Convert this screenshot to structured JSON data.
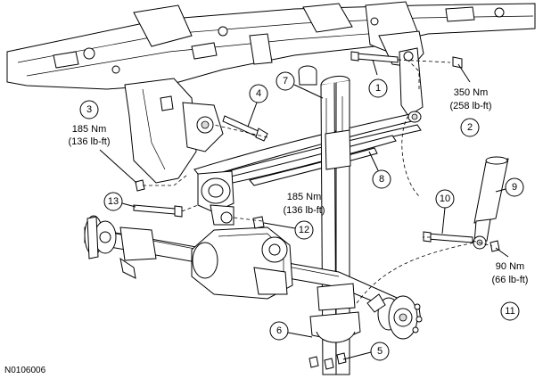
{
  "figure": {
    "id_code": "N0106006"
  },
  "callouts": [
    {
      "id": "1",
      "label": "1"
    },
    {
      "id": "2",
      "label": "2",
      "torque_nm": "350 Nm",
      "torque_lbft": "(258 lb-ft)"
    },
    {
      "id": "3",
      "label": "3",
      "torque_nm": "185 Nm",
      "torque_lbft": "(136 lb-ft)"
    },
    {
      "id": "4",
      "label": "4"
    },
    {
      "id": "5",
      "label": "5"
    },
    {
      "id": "6",
      "label": "6"
    },
    {
      "id": "7",
      "label": "7"
    },
    {
      "id": "8",
      "label": "8"
    },
    {
      "id": "9",
      "label": "9"
    },
    {
      "id": "10",
      "label": "10"
    },
    {
      "id": "11",
      "label": "11",
      "torque_nm": "90 Nm",
      "torque_lbft": "(66 lb-ft)"
    },
    {
      "id": "12",
      "label": "12",
      "torque_nm": "185 Nm",
      "torque_lbft": "(136 lb-ft)"
    },
    {
      "id": "13",
      "label": "13"
    }
  ]
}
